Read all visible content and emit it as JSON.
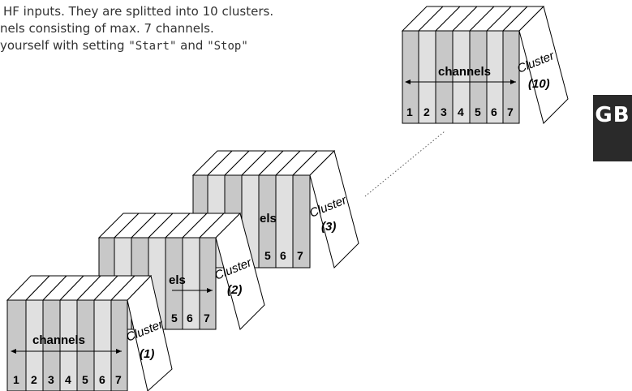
{
  "intro": {
    "line1": "HF inputs.  They are splitted into 10 clusters.",
    "line2": "nels consisting of max. 7 channels.",
    "line3_prefix": "yourself with setting",
    "line3_start": "\"Start\"",
    "line3_and": "and",
    "line3_stop": "\"Stop\""
  },
  "lang_tab": "GB",
  "diagram": {
    "channel_label": "channels",
    "cluster_word": "Cluster",
    "channel_numbers": [
      "1",
      "2",
      "3",
      "4",
      "5",
      "6",
      "7"
    ],
    "cluster1_num": "(1)",
    "cluster2_num": "(2)",
    "cluster3_num": "(3)",
    "cluster10_num": "(10)",
    "cluster2_label_fragment": "els",
    "cluster3_label_fragment": "els"
  }
}
